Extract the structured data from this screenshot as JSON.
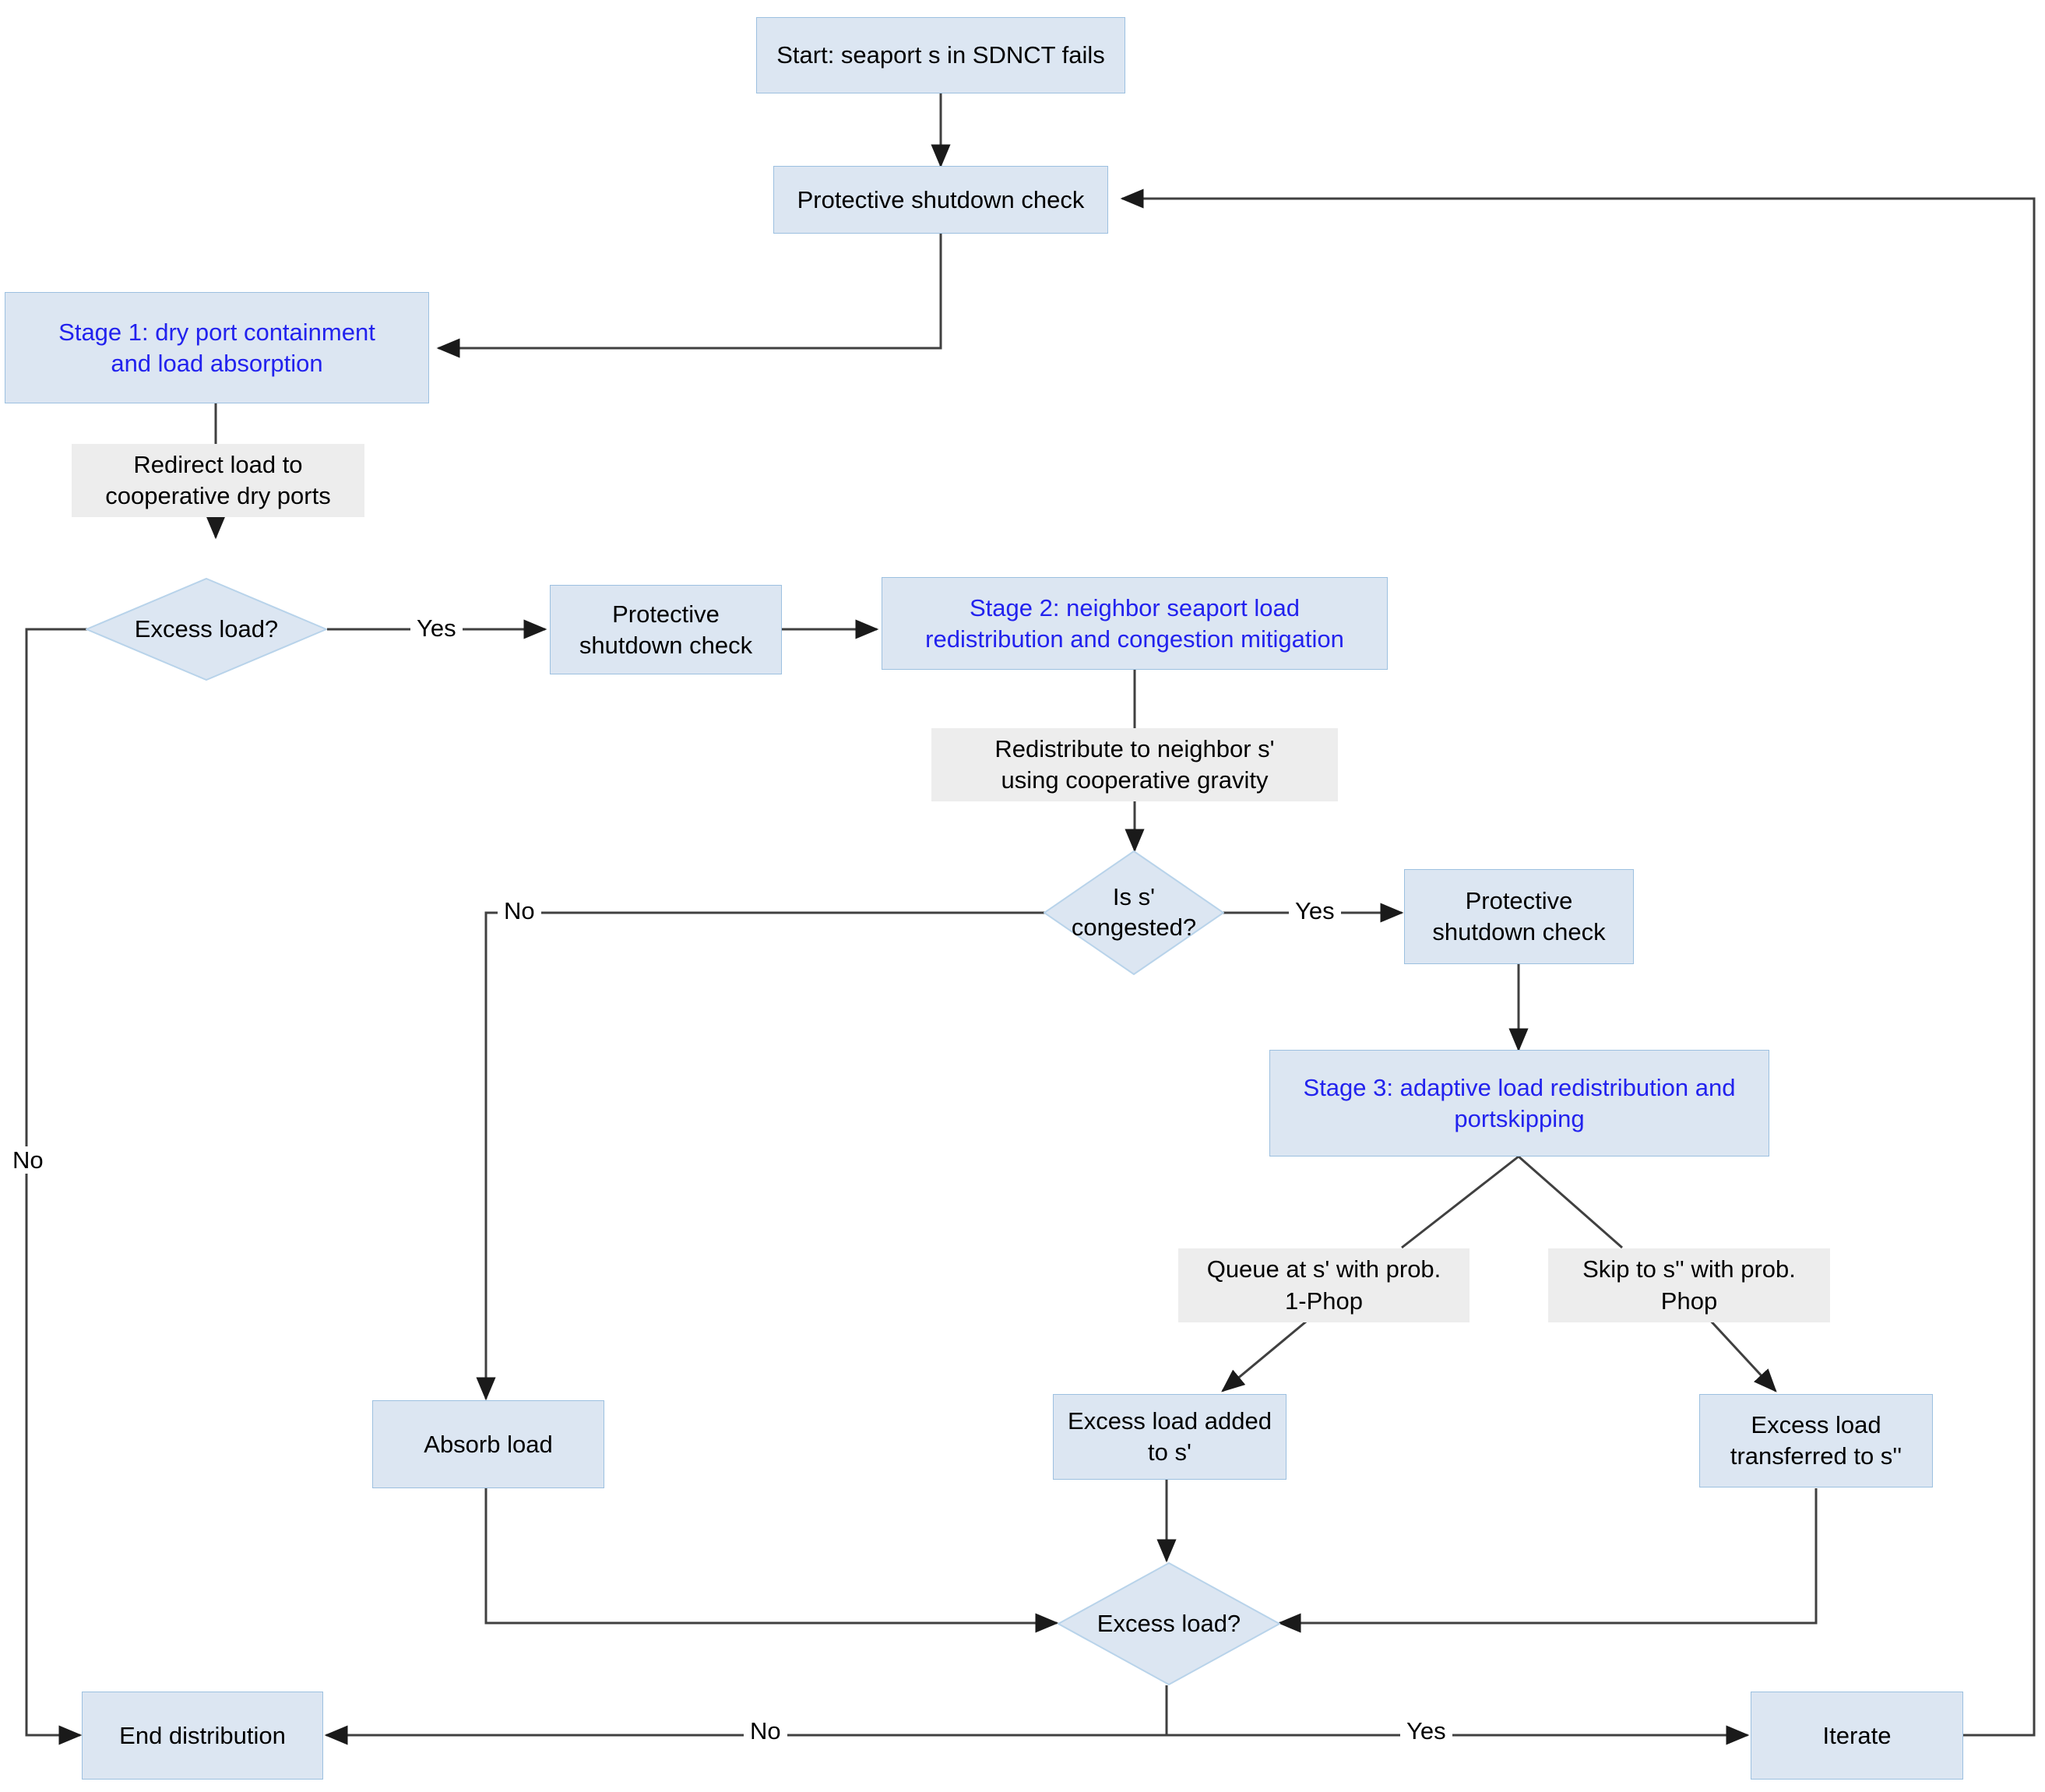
{
  "diagram": {
    "title": "SDNCT seaport failure load redistribution flowchart",
    "colors": {
      "node_fill": "#dce6f2",
      "node_border": "#9cc0e0",
      "stage_text": "#2222ee",
      "edge_label_fill": "#ededed",
      "line": "#404040",
      "text": "#000000",
      "background": "#ffffff"
    },
    "nodes": {
      "start": "Start: seaport s in SDNCT fails",
      "shutdown_check_1": "Protective shutdown check",
      "stage1": "Stage 1: dry port containment\nand load absorption",
      "excess_load_1": "Excess load?",
      "shutdown_check_2": "Protective\nshutdown check",
      "stage2": "Stage 2: neighbor seaport load\nredistribution and congestion mitigation",
      "is_congested": "Is s'\ncongested?",
      "shutdown_check_3": "Protective\nshutdown check",
      "stage3": "Stage 3: adaptive load redistribution and\nportskipping",
      "absorb_load": "Absorb load",
      "excess_added": "Excess load added\nto s'",
      "excess_transferred": "Excess load\ntransferred to s''",
      "excess_load_2": "Excess load?",
      "end_distribution": "End distribution",
      "iterate": "Iterate"
    },
    "edge_labels": {
      "redirect": "Redirect load to\ncooperative dry ports",
      "redistribute": "Redistribute to neighbor s'\nusing cooperative gravity",
      "queue": "Queue at s' with prob.\n1-Phop",
      "skip": "Skip to s'' with prob.\nPhop"
    },
    "branch_labels": {
      "excess1_yes": "Yes",
      "excess1_no": "No",
      "congested_yes": "Yes",
      "congested_no": "No",
      "excess2_no": "No",
      "excess2_yes": "Yes"
    }
  }
}
